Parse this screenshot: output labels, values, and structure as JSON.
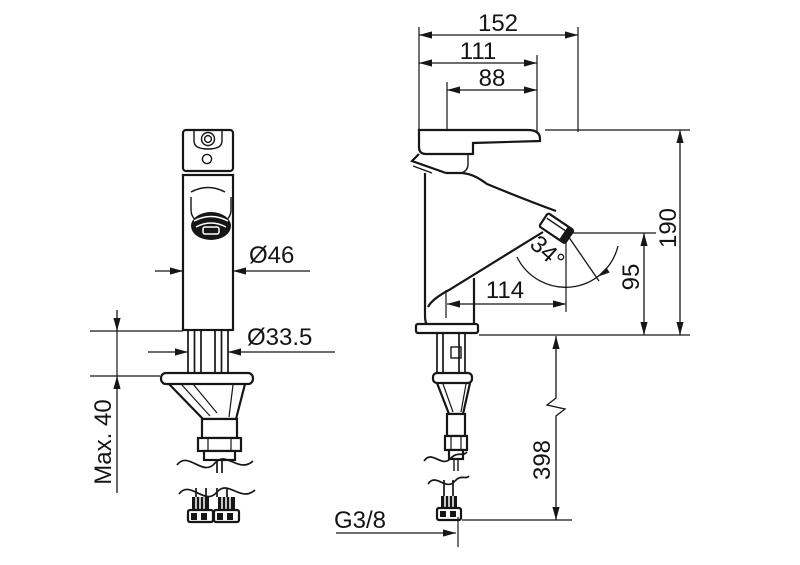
{
  "drawing": {
    "dimensions": {
      "total_depth": "152",
      "handle_projection": "111",
      "handle_front_offset": "88",
      "total_height": "190",
      "spout_outlet_height": "95",
      "spout_reach": "114",
      "spout_angle": "34°",
      "body_diameter": "Ø46",
      "mounting_shank_diameter": "Ø33.5",
      "max_deck_thickness": "Max. 40",
      "hose_length": "398",
      "connection_thread": "G3/8"
    },
    "colors": {
      "line": "#161616",
      "background": "#ffffff"
    }
  }
}
